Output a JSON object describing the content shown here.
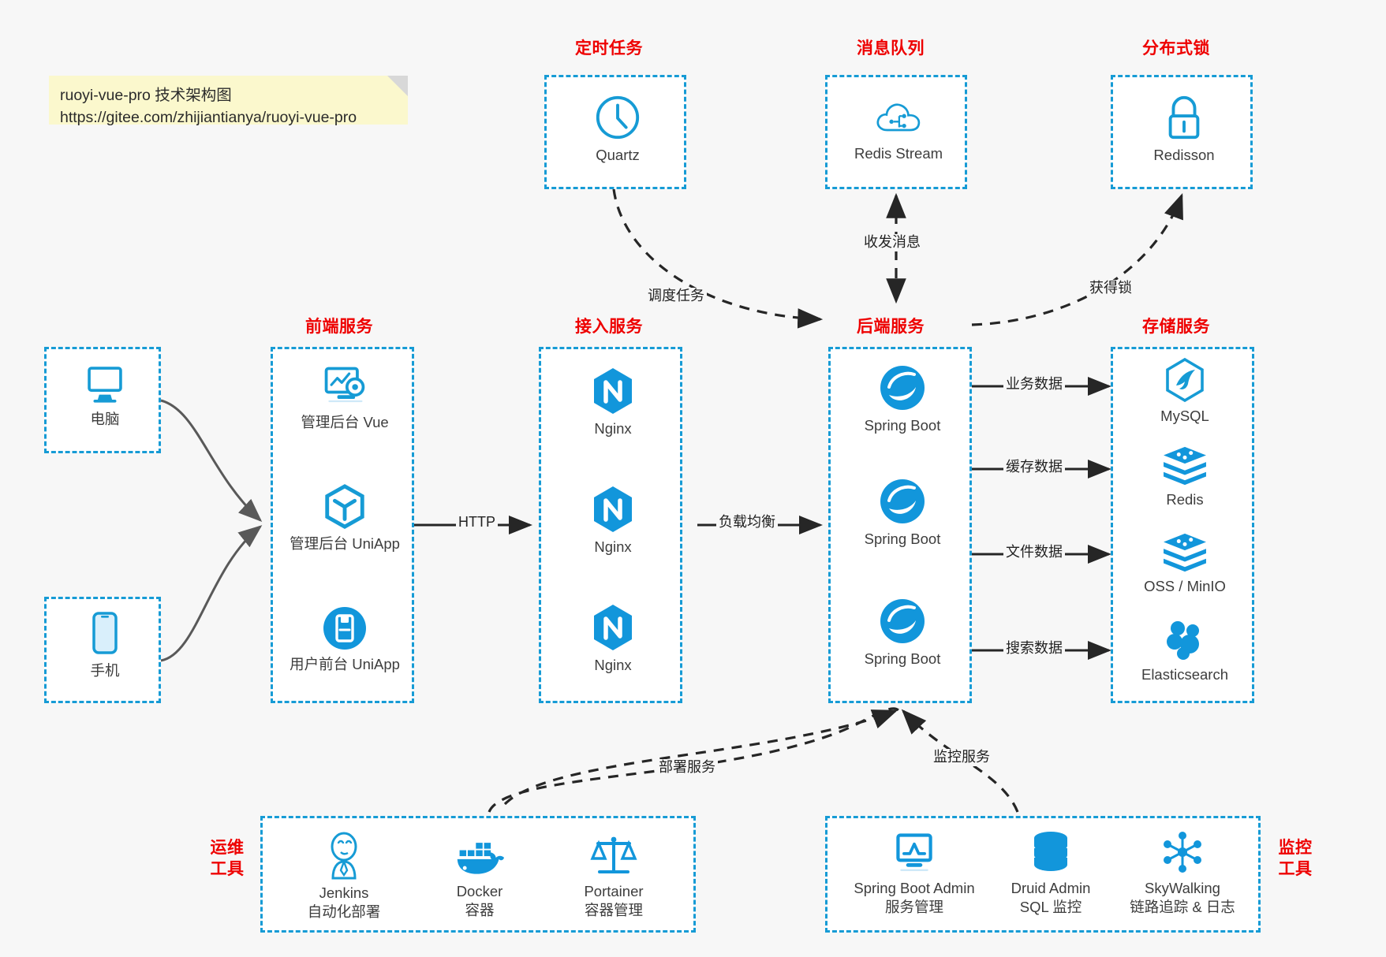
{
  "note": {
    "line1": "ruoyi-vue-pro 技术架构图",
    "line2": "https://gitee.com/zhijiantianya/ruoyi-vue-pro"
  },
  "colors": {
    "accent_blue": "#169bd5",
    "icon_blue": "#1296db",
    "label_red": "#ee0000",
    "note_bg": "#fbf8cd",
    "canvas_bg": "#f7f7f7",
    "arrow_gray": "#595959",
    "arrow_black": "#262626"
  },
  "groups": {
    "scheduled_task": {
      "label": "定时任务",
      "items": [
        {
          "name": "Quartz",
          "icon": "clock-icon"
        }
      ]
    },
    "message_queue": {
      "label": "消息队列",
      "items": [
        {
          "name": "Redis Stream",
          "icon": "cloud-stream-icon"
        }
      ]
    },
    "distributed_lock": {
      "label": "分布式锁",
      "items": [
        {
          "name": "Redisson",
          "icon": "lock-icon"
        }
      ]
    },
    "clients": {
      "items": [
        {
          "name": "电脑",
          "icon": "desktop-icon"
        },
        {
          "name": "手机",
          "icon": "mobile-icon"
        }
      ]
    },
    "frontend": {
      "label": "前端服务",
      "items": [
        {
          "name": "管理后台 Vue",
          "icon": "dashboard-gear-icon"
        },
        {
          "name": "管理后台 UniApp",
          "icon": "cube-icon"
        },
        {
          "name": "用户前台 UniApp",
          "icon": "app-card-icon"
        }
      ]
    },
    "access": {
      "label": "接入服务",
      "items": [
        {
          "name": "Nginx",
          "icon": "nginx-icon"
        },
        {
          "name": "Nginx",
          "icon": "nginx-icon"
        },
        {
          "name": "Nginx",
          "icon": "nginx-icon"
        }
      ]
    },
    "backend": {
      "label": "后端服务",
      "items": [
        {
          "name": "Spring Boot",
          "icon": "spring-boot-icon"
        },
        {
          "name": "Spring Boot",
          "icon": "spring-boot-icon"
        },
        {
          "name": "Spring Boot",
          "icon": "spring-boot-icon"
        }
      ]
    },
    "storage": {
      "label": "存储服务",
      "items": [
        {
          "name": "MySQL",
          "icon": "mysql-icon"
        },
        {
          "name": "Redis",
          "icon": "redis-icon"
        },
        {
          "name": "OSS / MinIO",
          "icon": "oss-icon"
        },
        {
          "name": "Elasticsearch",
          "icon": "elasticsearch-icon"
        }
      ]
    },
    "devops": {
      "label_line1": "运维",
      "label_line2": "工具",
      "items": [
        {
          "name": "Jenkins",
          "desc": "自动化部署",
          "icon": "jenkins-icon"
        },
        {
          "name": "Docker",
          "desc": "容器",
          "icon": "docker-icon"
        },
        {
          "name": "Portainer",
          "desc": "容器管理",
          "icon": "scales-icon"
        }
      ]
    },
    "monitoring": {
      "label_line1": "监控",
      "label_line2": "工具",
      "items": [
        {
          "name": "Spring Boot Admin",
          "desc": "服务管理",
          "icon": "monitor-chart-icon"
        },
        {
          "name": "Druid Admin",
          "desc": "SQL 监控",
          "icon": "database-icon"
        },
        {
          "name": "SkyWalking",
          "desc": "链路追踪 & 日志",
          "icon": "skywalking-icon"
        }
      ]
    }
  },
  "edges": {
    "http": "HTTP",
    "load_balance": "负载均衡",
    "schedule_task": "调度任务",
    "send_receive_message": "收发消息",
    "acquire_lock": "获得锁",
    "business_data": "业务数据",
    "cache_data": "缓存数据",
    "file_data": "文件数据",
    "search_data": "搜索数据",
    "deploy_service": "部署服务",
    "monitor_service": "监控服务"
  }
}
